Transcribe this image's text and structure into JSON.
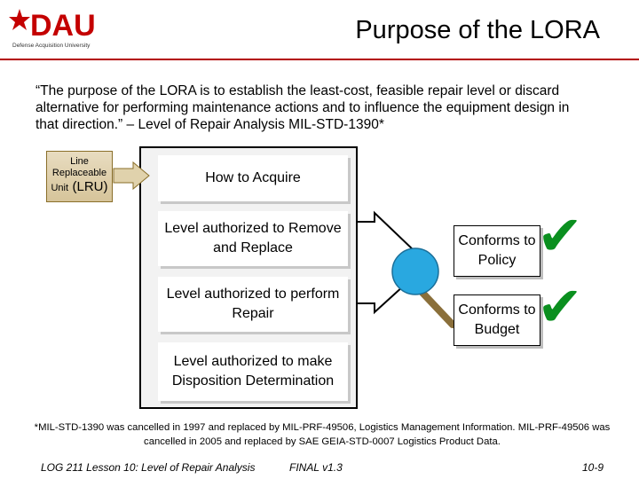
{
  "logo": {
    "mark": "DAU",
    "tagline": "Defense Acquisition University"
  },
  "title": "Purpose of the LORA",
  "quote": "“The purpose of the LORA is to establish the least-cost, feasible repair level or discard alternative for performing maintenance actions and to influence the equipment design in that direction.” – Level of Repair Analysis MIL-STD-1390*",
  "lru": {
    "line1": "Line",
    "line2": "Replaceable",
    "unit": "Unit",
    "abbr": "(LRU)"
  },
  "boxes": {
    "acquire": "How to Acquire",
    "remove": "Level authorized to Remove and Replace",
    "repair": "Level authorized to perform Repair",
    "dispo": "Level authorized to make Disposition Determination"
  },
  "results": {
    "policy": "Conforms to Policy",
    "budget": "Conforms to Budget"
  },
  "checkmark": "✔",
  "colors": {
    "brand_red": "#b30000",
    "check_green": "#0a8f1f",
    "lens_blue": "#29a8e0",
    "handle_brown": "#8a6f3a"
  },
  "footnote": "*MIL-STD-1390 was cancelled in 1997 and replaced by MIL-PRF-49506, Logistics Management Information. MIL-PRF-49506 was cancelled in 2005 and replaced by SAE GEIA-STD-0007 Logistics Product Data.",
  "footer": {
    "course": "LOG 211 Lesson 10: Level of Repair Analysis",
    "version": "FINAL v1.3",
    "page": "10-9"
  }
}
